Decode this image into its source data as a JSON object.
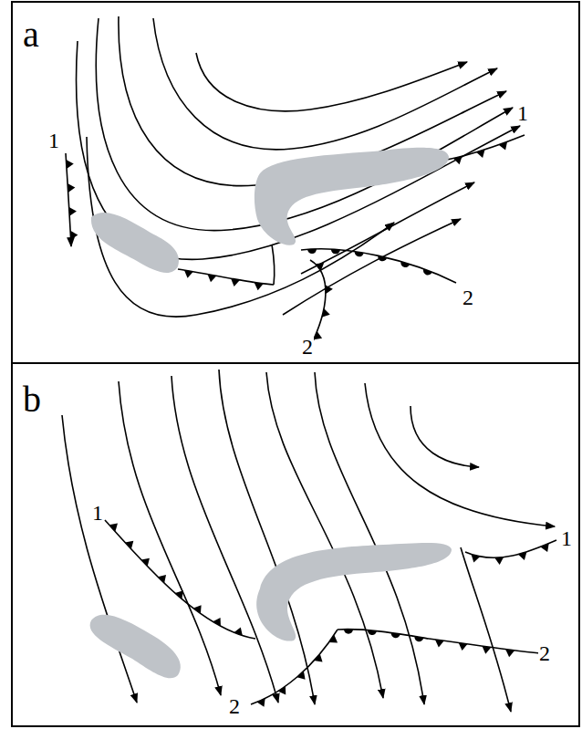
{
  "diagram": {
    "labels": [
      "a",
      "1",
      "1",
      "2",
      "2",
      "b",
      "1",
      "1",
      "2",
      "2"
    ]
  }
}
